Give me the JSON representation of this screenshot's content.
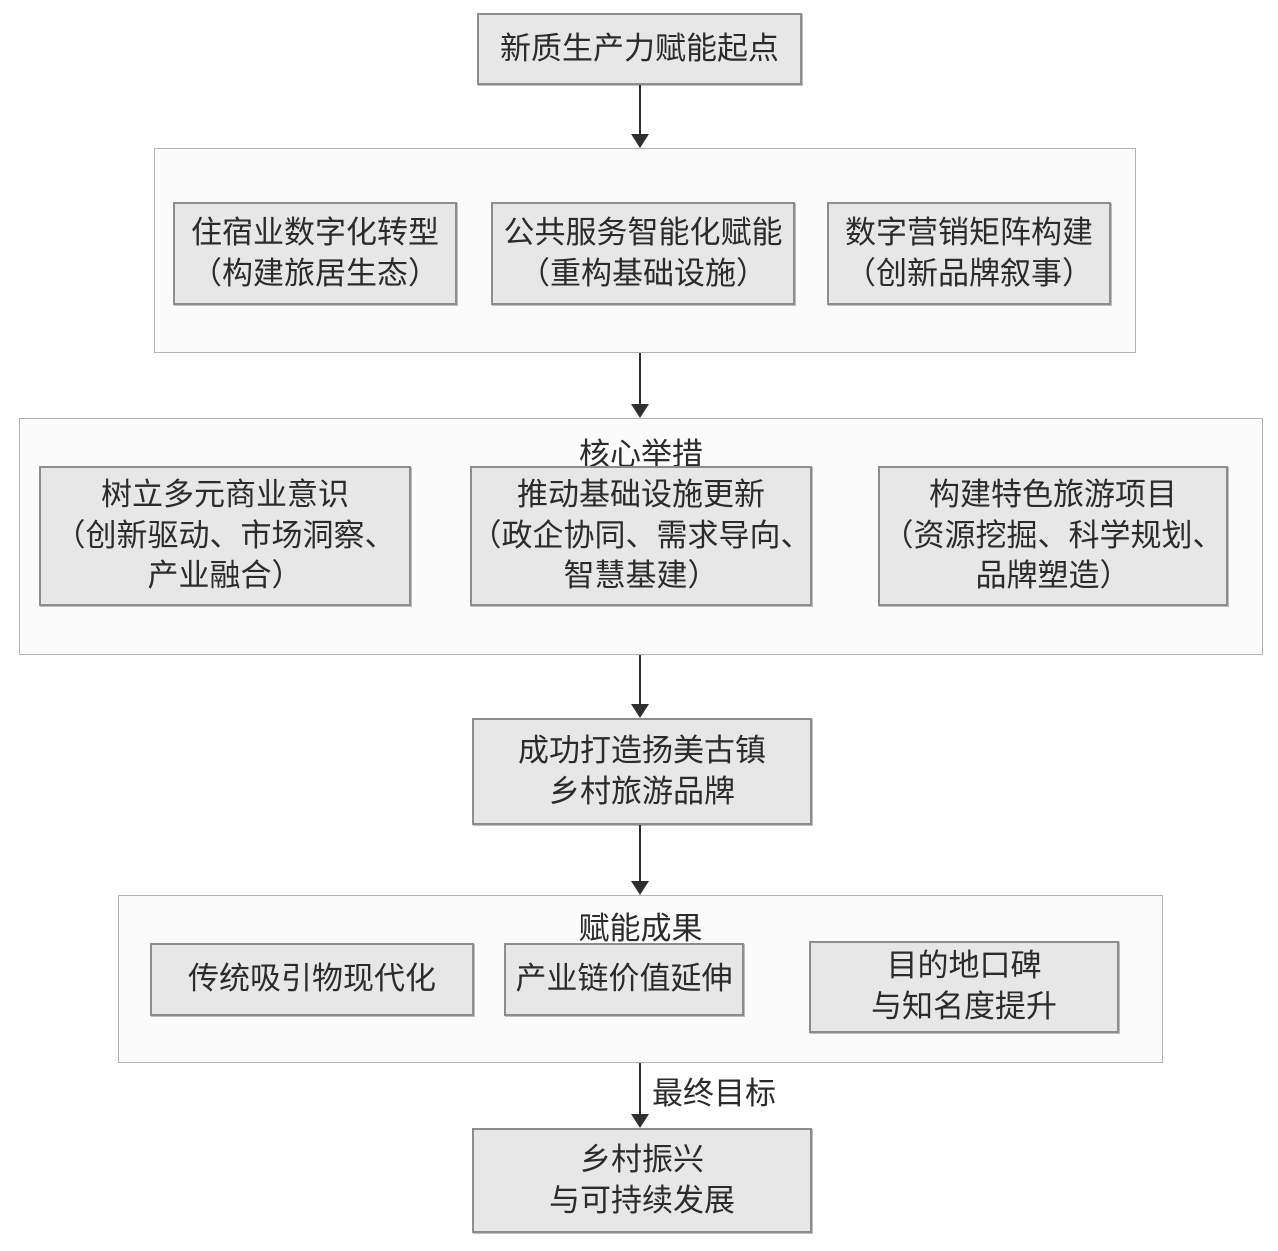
{
  "colors": {
    "page_background": "#ffffff",
    "node_fill": "#e7e7e7",
    "node_border": "#8d8d8d",
    "container_fill": "#fbfbfb",
    "container_border": "#b3b3b3",
    "text": "#2b2b2b",
    "arrow": "#2f2f2f"
  },
  "nodes": {
    "start": {
      "line1": "新质生产力赋能起点"
    },
    "strategies": [
      {
        "line1": "住宿业数字化转型",
        "line2": "（构建旅居生态）"
      },
      {
        "line1": "公共服务智能化赋能",
        "line2": "（重构基础设施）"
      },
      {
        "line1": "数字营销矩阵构建",
        "line2": "（创新品牌叙事）"
      }
    ],
    "core_measures": {
      "title": "核心举措",
      "items": [
        {
          "line1": "树立多元商业意识",
          "line2": "（创新驱动、市场洞察、",
          "line3": "产业融合）"
        },
        {
          "line1": "推动基础设施更新",
          "line2": "（政企协同、需求导向、",
          "line3": "智慧基建）"
        },
        {
          "line1": "构建特色旅游项目",
          "line2": "（资源挖掘、科学规划、",
          "line3": "品牌塑造）"
        }
      ]
    },
    "brand": {
      "line1": "成功打造扬美古镇",
      "line2": "乡村旅游品牌"
    },
    "results": {
      "title": "赋能成果",
      "items": [
        {
          "line1": "传统吸引物现代化"
        },
        {
          "line1": "产业链价值延伸"
        },
        {
          "line1": "目的地口碑",
          "line2": "与知名度提升"
        }
      ]
    },
    "final_goal_label": "最终目标",
    "final": {
      "line1": "乡村振兴",
      "line2": "与可持续发展"
    }
  }
}
